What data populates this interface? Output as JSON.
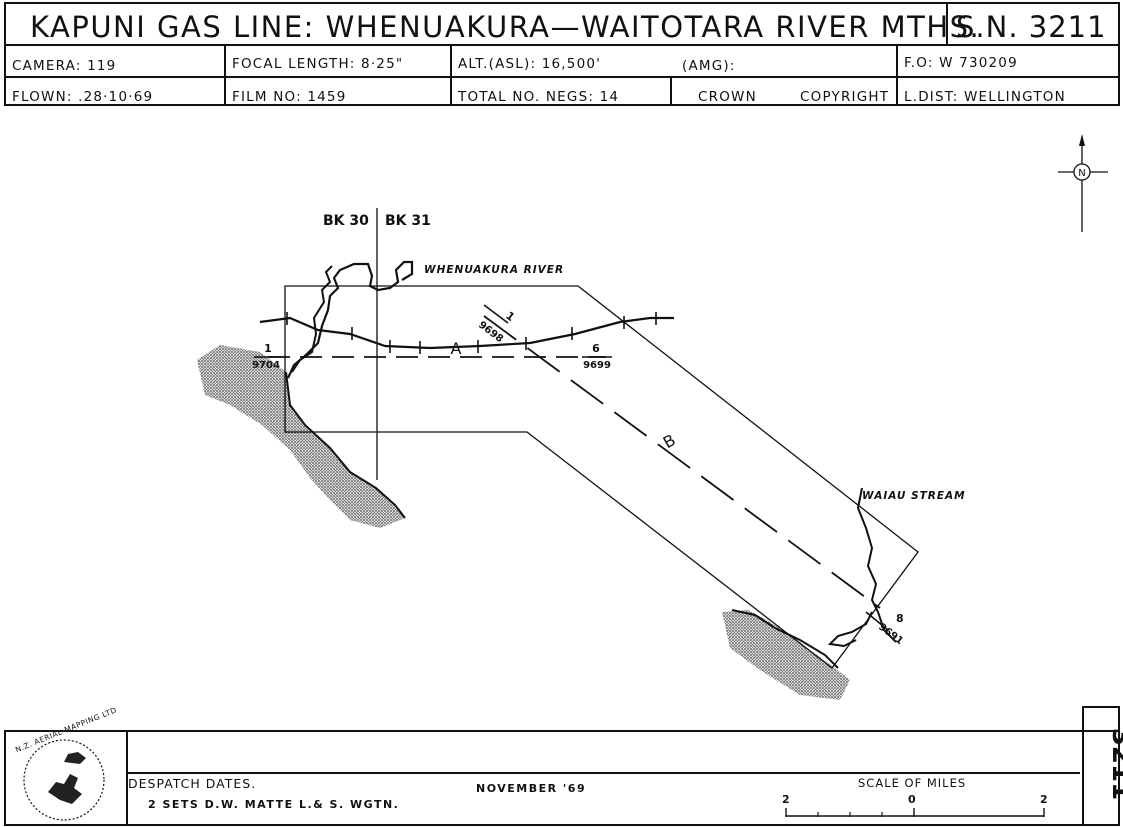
{
  "header": {
    "title": "KAPUNI GAS LINE: WHENUAKURA—WAITOTARA RIVER MTHS.",
    "sheet_number": "S.N. 3211",
    "row1": {
      "camera": "CAMERA:  119",
      "focal_length": "FOCAL LENGTH:  8·25\"",
      "altitude": "ALT.(ASL):  16,500'",
      "amg": "(AMG):",
      "fo": "F.O:  W 730209"
    },
    "row2": {
      "flown": "FLOWN:  .28·10·69",
      "film_no": "FILM NO:  1459",
      "total_negs": "TOTAL NO. NEGS: 14",
      "crown": "CROWN",
      "copyright": "COPYRIGHT",
      "l_dist": "L.DIST: WELLINGTON"
    }
  },
  "map": {
    "block_left": "BK 30",
    "block_right": "BK 31",
    "river_label": "WHENUAKURA  RIVER",
    "stream_label": "WAIAU  STREAM",
    "run_a": "A",
    "run_b": "B",
    "run_a_start_photo": "1",
    "run_a_start_film": "9704",
    "run_a_end_photo": "6",
    "run_a_end_film": "9699",
    "run_b_start_photo": "1",
    "run_b_start_film": "9698",
    "run_b_end_photo": "8",
    "run_b_end_film": "9691",
    "north": "N"
  },
  "footer": {
    "logo_text": "N.Z. AERIAL MAPPING LTD",
    "despatch_label": "DESPATCH  DATES.",
    "despatch_detail": "2  SETS   D.W.  MATTE   L.& S.  WGTN.",
    "date": "NOVEMBER  '69",
    "scale_label": "SCALE  OF  MILES",
    "scale_left": "2",
    "scale_mid": "0",
    "scale_right": "2",
    "side_number": "3211"
  },
  "colors": {
    "ink": "#111111",
    "shore_fill": "#9a9a9a",
    "paper": "#ffffff"
  }
}
